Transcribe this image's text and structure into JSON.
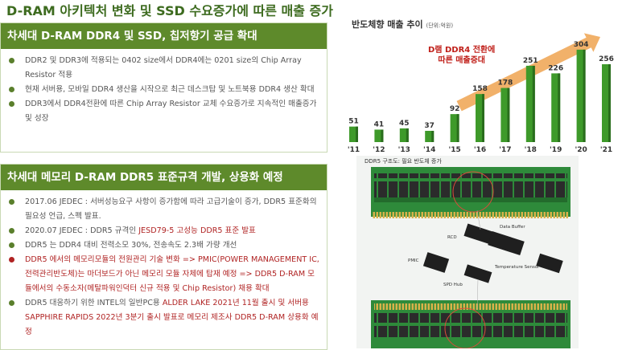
{
  "title": "D-RAM 아키텍처 변화 및 SSD 수요증가에 따른 매출 증가",
  "section1": {
    "header": "차세대 D-RAM DDR4 및 SSD, 칩저항기 공급 확대",
    "bullets": [
      "DDR2 및 DDR3에 적용되는 0402 size에서 DDR4에는 0201 size의 Chip Array Resistor 적용",
      "현재 서버용, 모바일 DDR4 생산을 시작으로 최근 데스크탑 및 노트북용 DDR4 생산 확대",
      "DDR3에서 DDR4전환에 따른 Chip Array Resistor 교체 수요증가로 지속적인 매출증가 및 성장"
    ]
  },
  "section2": {
    "header": "차세대 메모리 D-RAM DDR5 표준규격 개발, 상용화 예정",
    "b1": "2017.06 JEDEC : 서버성능요구 사항이 증가함에 따라 고급기술이 증가, DDR5 표준화의 필요성 언급, 스펙 발표.",
    "b2_a": "2020.07 JEDEC : DDR5 규격인 ",
    "b2_b": "JESD79-5 고성능 DDR5 표준 발표",
    "b3": "DDR5 는 DDR4 대비 전력소모 30%, 전송속도 2.3배 가량 개선",
    "b4": "DDR5 에서의 메모리모듈의 전원관리 기술 변화 => PMIC(POWER MANAGEMENT IC, 전력관리반도체)는 마더보드가 아닌 메모리 모듈 자체에 탑재 예정 => DDR5 D-RAM 모듈에서의 수동소자(메탈파워인덕터 신규 적용 및 Chip Resistor) 채용 확대",
    "b5_a": "DDR5 대응하기 위한  INTEL의 일반PC용 ",
    "b5_b": "ALDER LAKE 2021년 11월 출시 및 서버용 SAPPHIRE RAPIDS 2022년 3분기 출시 발표로 메모리 제조사 DDR5 D-RAM 상용화 예정"
  },
  "chart_title": "반도체향 매출 추이",
  "chart_unit": "(단위:억원)",
  "annotation_line1": "D램 DDR4 전환에",
  "annotation_line2": "따른 매출증대",
  "chart_data": {
    "type": "bar",
    "categories": [
      "'11",
      "'12",
      "'13",
      "'14",
      "'15",
      "'16",
      "'17",
      "'18",
      "'19",
      "'20",
      "'21"
    ],
    "values": [
      51,
      41,
      45,
      37,
      92,
      158,
      178,
      251,
      226,
      304,
      256
    ],
    "title": "반도체향 매출 추이",
    "ylim": [
      0,
      330
    ],
    "grid": false,
    "bar_color": "#3e9a2a",
    "arrow_color": "#f0a95a"
  },
  "diagram": {
    "caption": "DDR5 구조도: 필요 반도체 증가",
    "labels": {
      "rcd": "RCD",
      "data_buffer": "Data Buffer",
      "pmic": "PMIC",
      "temp_sensor": "Temperature Sensor",
      "spd_hub": "SPD Hub"
    }
  }
}
